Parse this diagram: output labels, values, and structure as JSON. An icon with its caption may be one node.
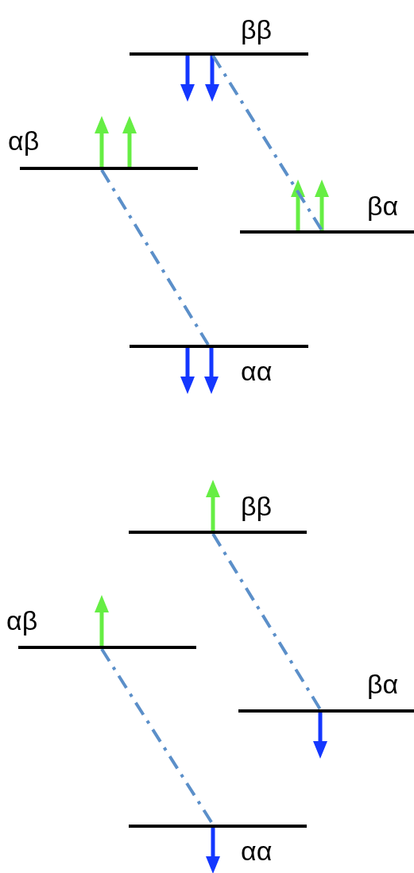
{
  "diagram": {
    "nodes": [
      {
        "text": [
          "ββ"
        ]
      },
      {
        "text": [
          "αβ"
        ]
      },
      {
        "text": [
          "βα"
        ]
      },
      {
        "text": [
          "αα"
        ]
      },
      {
        "text": [
          "ββ"
        ]
      },
      {
        "text": [
          "αβ"
        ]
      },
      {
        "text": [
          "βα"
        ]
      },
      {
        "text": [
          "αα"
        ]
      }
    ],
    "edges": [
      {
        "from": 0,
        "to": 2,
        "arrow": "none",
        "style": "dashed"
      },
      {
        "from": 1,
        "to": 3,
        "arrow": "none",
        "style": "dashed"
      },
      {
        "from": 4,
        "to": 6,
        "arrow": "none",
        "style": "dashed"
      },
      {
        "from": 5,
        "to": 7,
        "arrow": "none",
        "style": "dashed"
      }
    ]
  }
}
